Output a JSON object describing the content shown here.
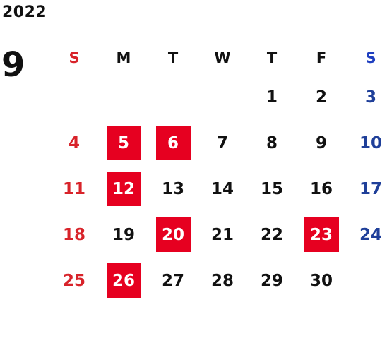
{
  "calendar": {
    "year": "2022",
    "month": "9",
    "weekdays": [
      "S",
      "M",
      "T",
      "W",
      "T",
      "F",
      "S"
    ],
    "weeks": [
      [
        {
          "day": "",
          "type": "empty"
        },
        {
          "day": "",
          "type": "empty"
        },
        {
          "day": "",
          "type": "empty"
        },
        {
          "day": "",
          "type": "empty"
        },
        {
          "day": "1",
          "type": "weekday"
        },
        {
          "day": "2",
          "type": "weekday"
        },
        {
          "day": "3",
          "type": "sat"
        }
      ],
      [
        {
          "day": "4",
          "type": "sun"
        },
        {
          "day": "5",
          "type": "holiday"
        },
        {
          "day": "6",
          "type": "holiday"
        },
        {
          "day": "7",
          "type": "weekday"
        },
        {
          "day": "8",
          "type": "weekday"
        },
        {
          "day": "9",
          "type": "weekday"
        },
        {
          "day": "10",
          "type": "sat"
        }
      ],
      [
        {
          "day": "11",
          "type": "sun"
        },
        {
          "day": "12",
          "type": "holiday"
        },
        {
          "day": "13",
          "type": "weekday"
        },
        {
          "day": "14",
          "type": "weekday"
        },
        {
          "day": "15",
          "type": "weekday"
        },
        {
          "day": "16",
          "type": "weekday"
        },
        {
          "day": "17",
          "type": "sat"
        }
      ],
      [
        {
          "day": "18",
          "type": "sun"
        },
        {
          "day": "19",
          "type": "weekday"
        },
        {
          "day": "20",
          "type": "holiday"
        },
        {
          "day": "21",
          "type": "weekday"
        },
        {
          "day": "22",
          "type": "weekday"
        },
        {
          "day": "23",
          "type": "holiday"
        },
        {
          "day": "24",
          "type": "sat"
        }
      ],
      [
        {
          "day": "25",
          "type": "sun"
        },
        {
          "day": "26",
          "type": "holiday"
        },
        {
          "day": "27",
          "type": "weekday"
        },
        {
          "day": "28",
          "type": "weekday"
        },
        {
          "day": "29",
          "type": "weekday"
        },
        {
          "day": "30",
          "type": "weekday"
        },
        {
          "day": "",
          "type": "empty"
        }
      ]
    ]
  },
  "colors": {
    "sunday": "#d8232a",
    "saturday": "#1f3f99",
    "holiday_bg": "#e60020",
    "holiday_text": "#ffffff",
    "text": "#111111"
  }
}
